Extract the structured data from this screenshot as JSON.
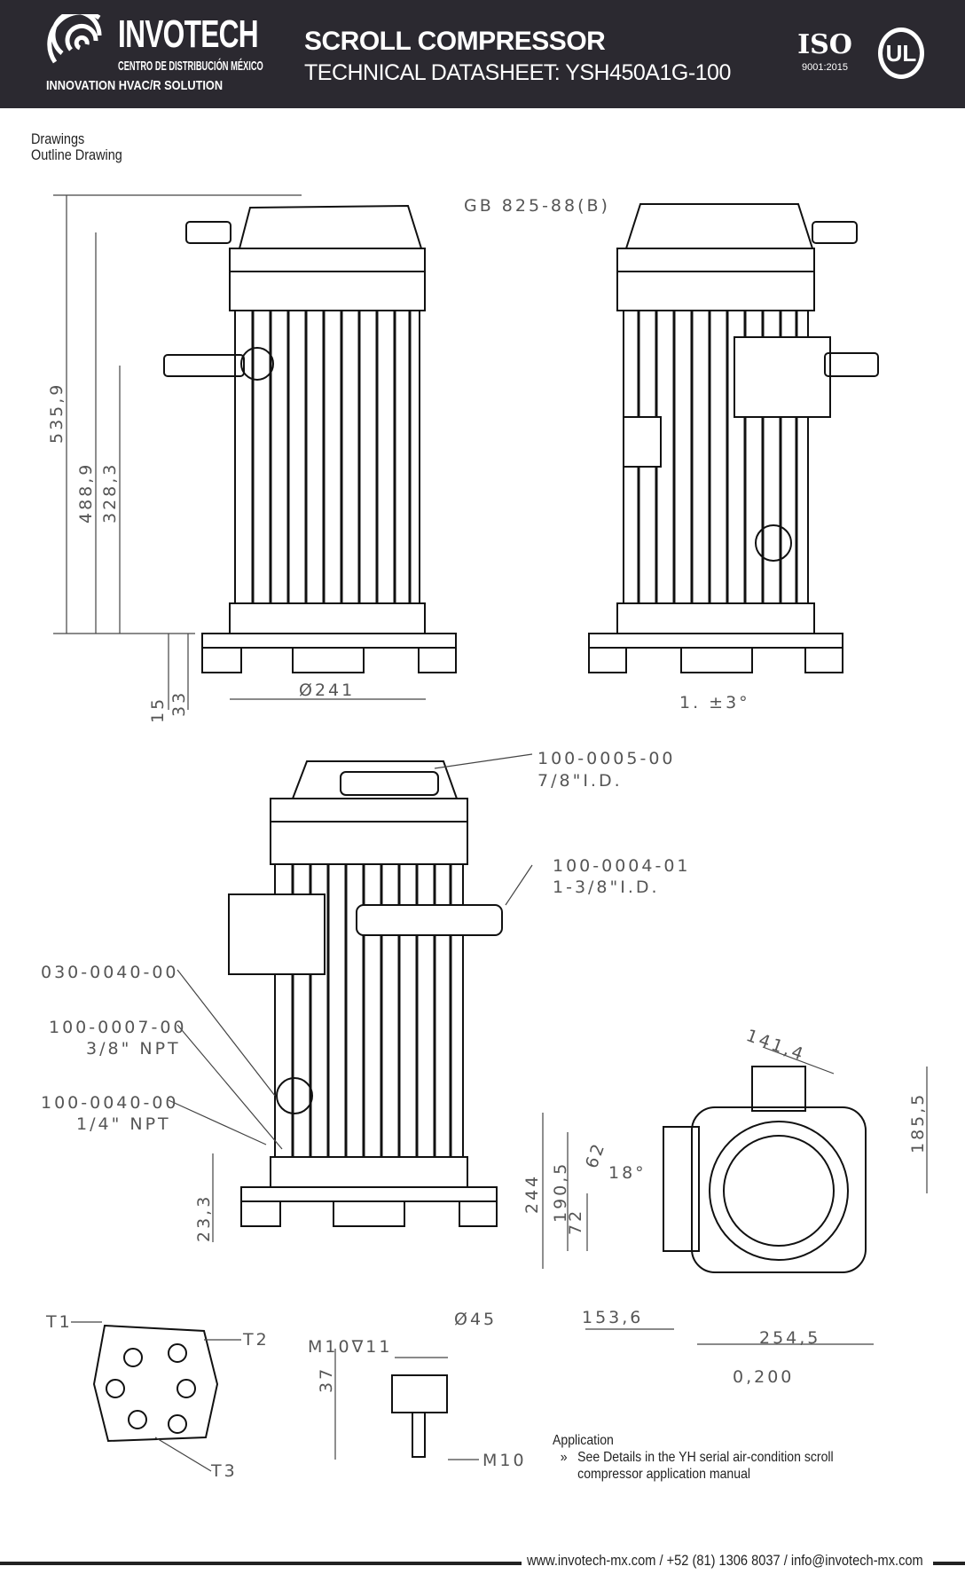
{
  "header": {
    "brand": "INVOTECH",
    "brand_sub": "CENTRO DE DISTRIBUCIÓN MÉXICO",
    "tagline": "INNOVATION HVAC/R SOLUTION",
    "title": "SCROLL COMPRESSOR",
    "subtitle": "TECHNICAL DATASHEET: YSH450A1G-100",
    "iso_label": "ISO",
    "iso_number": "9001:2015",
    "ul_label": "UL"
  },
  "section": {
    "heading": "Drawings",
    "subheading": "Outline Drawing"
  },
  "drawing": {
    "front": {
      "standard": "GB 825-88(B)",
      "h_total": "535,9",
      "h_suction": "488,9",
      "h_discharge": "328,3",
      "h_base": "15",
      "h_foot": "33",
      "diameter": "Ø241"
    },
    "side": {
      "tilt": "1. ±3°"
    },
    "iso_view": {
      "discharge_part": "100-0005-00",
      "discharge_size": "7/8\"I.D.",
      "suction_part": "100-0004-01",
      "suction_size": "1-3/8\"I.D.",
      "part_a": "030-0040-00",
      "part_b": "100-0007-00",
      "part_b_size": "3/8\" NPT",
      "part_c": "100-0040-00",
      "part_c_size": "1/4\" NPT",
      "h_mount": "23,3"
    },
    "top_view": {
      "d1": "141,4",
      "d2": "185,5",
      "d3": "244",
      "d4": "190,5",
      "d5": "62",
      "angle": "18°",
      "d6": "72",
      "d7": "153,6",
      "d8": "254,5",
      "d9": "0,200"
    },
    "terminal": {
      "t1": "T1",
      "t2": "T2",
      "t3": "T3"
    },
    "bolt": {
      "thread": "M10∇11",
      "diameter": "Ø45",
      "height": "37",
      "bolt_size": "M10"
    }
  },
  "application": {
    "heading": "Application",
    "bullet": "»",
    "text_line1": "See Details in the YH serial air-condition scroll",
    "text_line2": "compressor application manual"
  },
  "footer": {
    "contact": "www.invotech-mx.com / +52 (81) 1306 8037 / info@invotech-mx.com"
  }
}
